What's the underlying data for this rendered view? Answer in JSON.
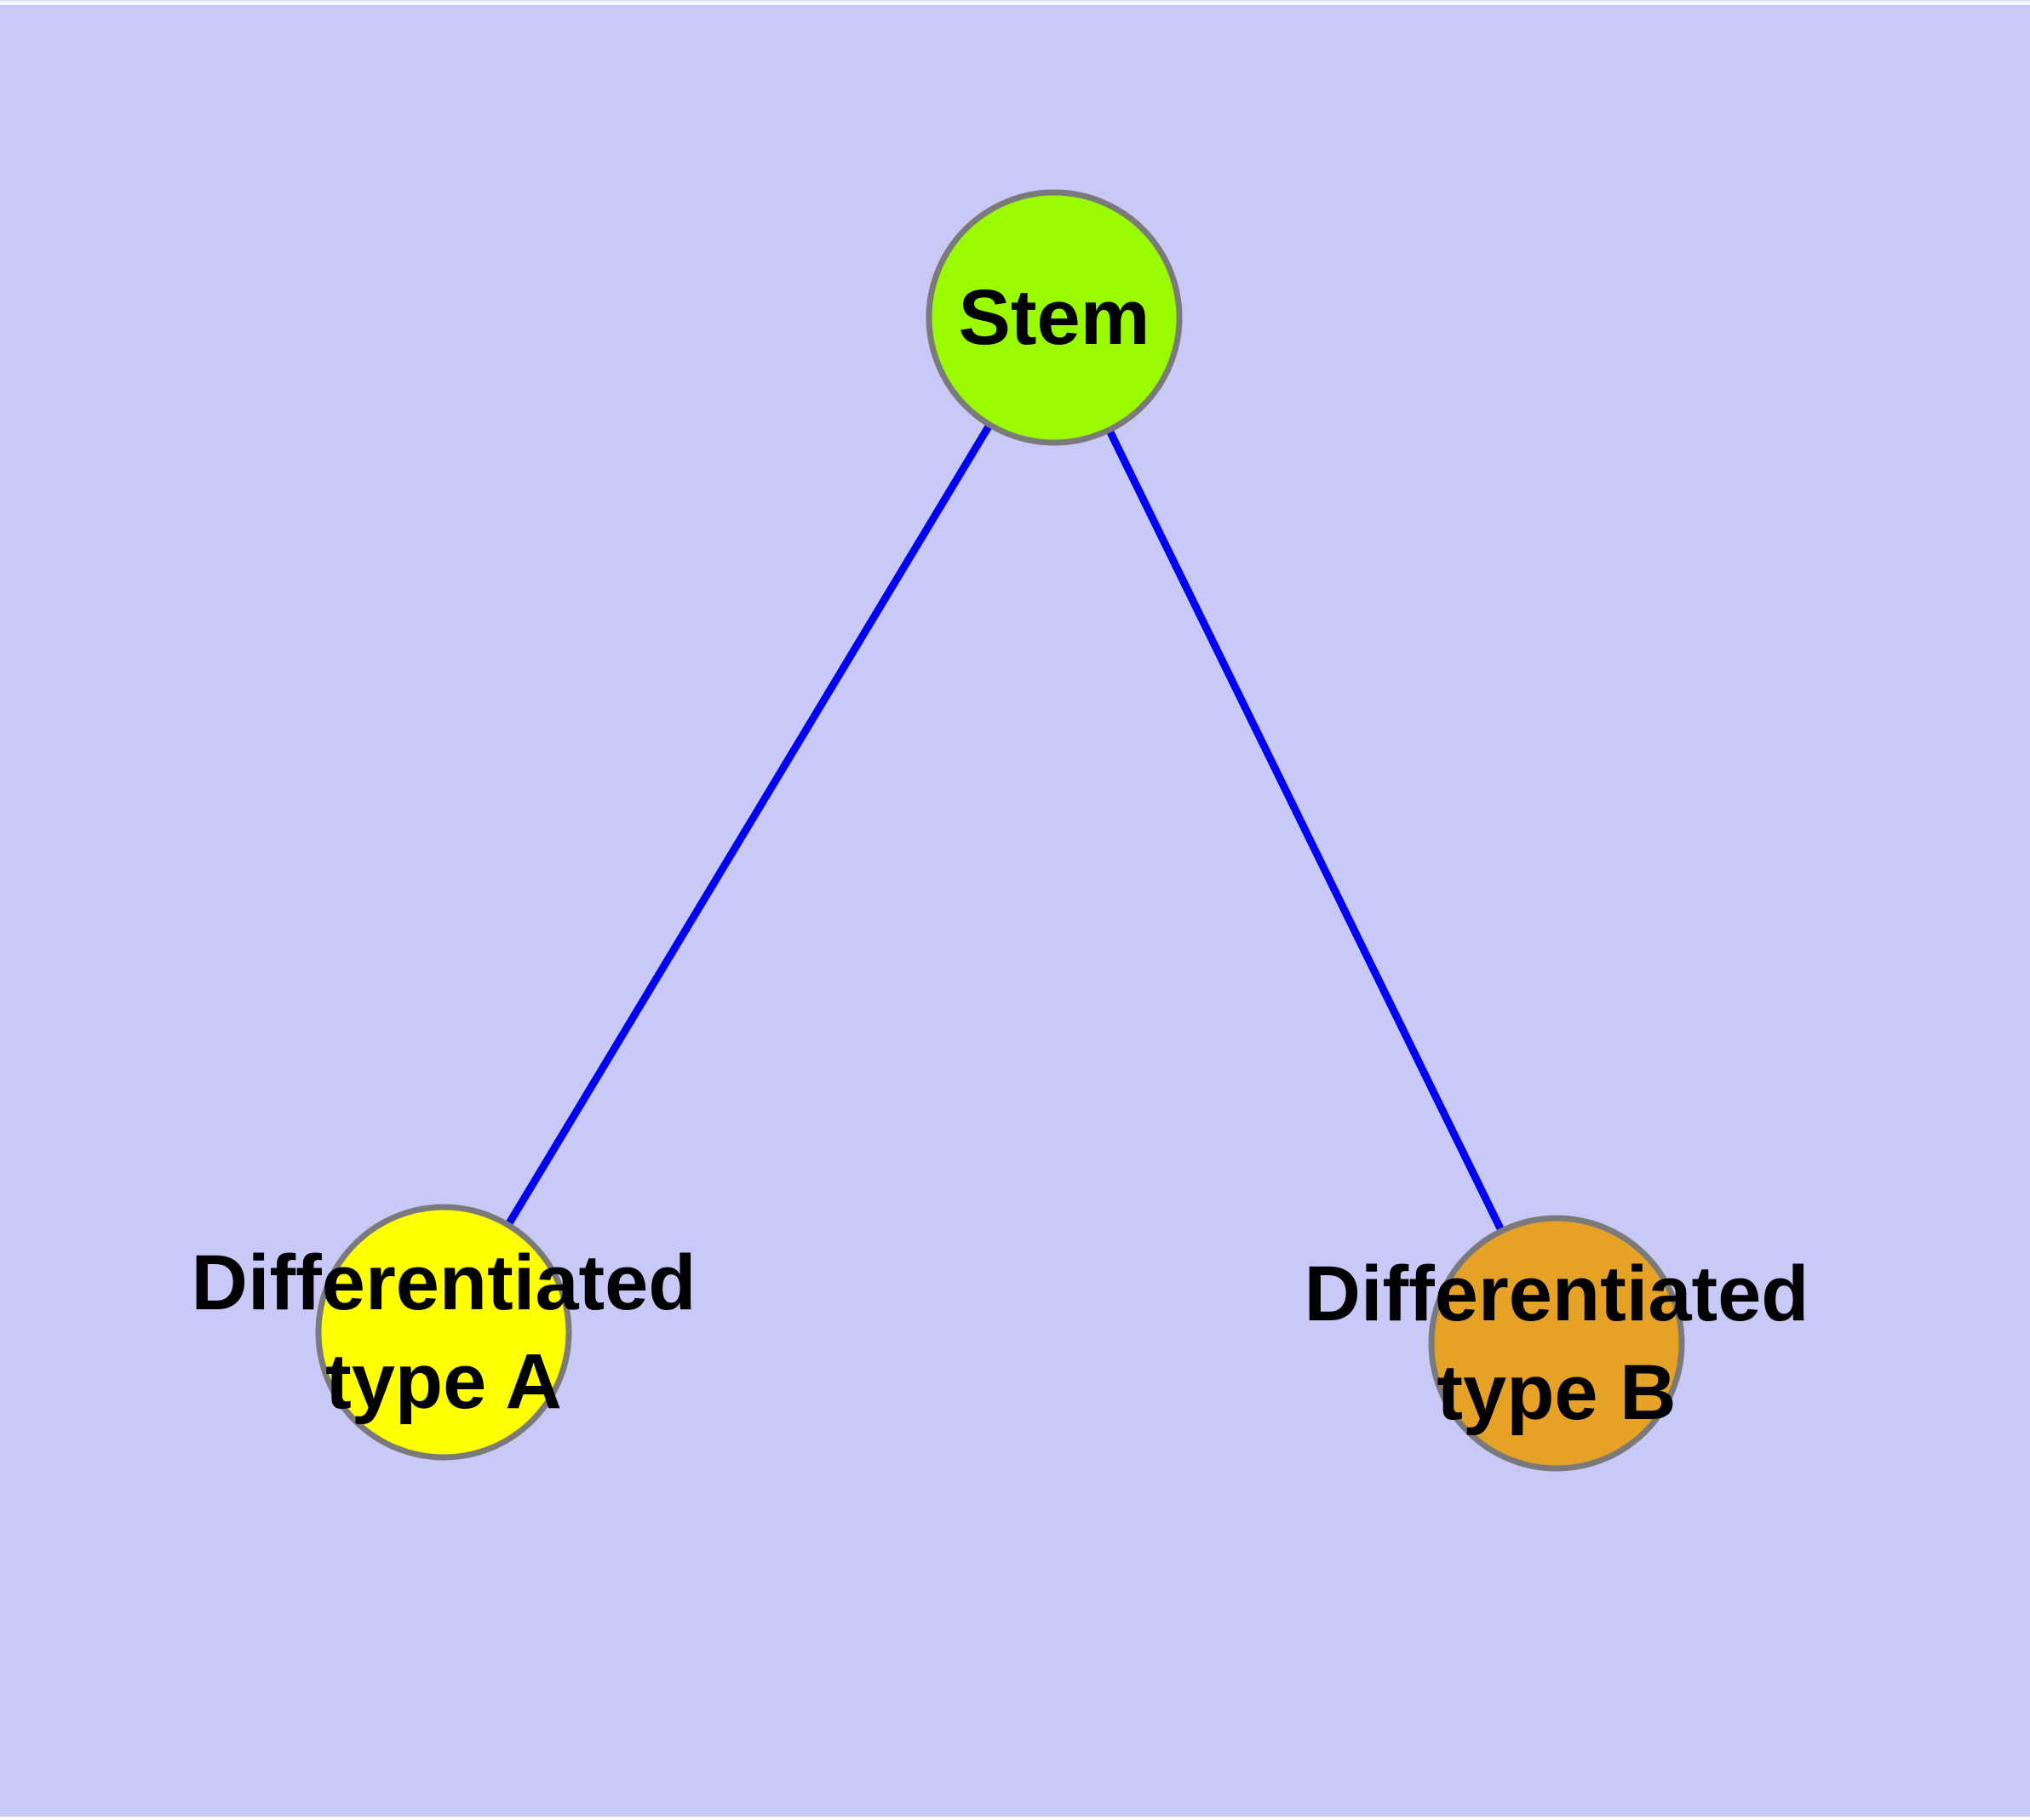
{
  "colors": {
    "background": "#C9C9F7",
    "edge_blue": "#0000F7",
    "node_border_gray": "#7A7A7A",
    "stem_green": "#9AFB00",
    "type_a_yellow": "#FFFF00",
    "type_b_orange": "#E5A226",
    "label_text": "#000000"
  },
  "diagram": {
    "nodes": [
      {
        "id": "stem",
        "label": "Stem",
        "line1": "Stem",
        "line2": "",
        "fill": "#9AFB00",
        "border": "#7A7A7A"
      },
      {
        "id": "type-a",
        "label": "Differentiated type A",
        "line1": "Differentiated",
        "line2": "type A",
        "fill": "#FFFF00",
        "border": "#7A7A7A"
      },
      {
        "id": "type-b",
        "label": "Differentiated type B",
        "line1": "Differentiated",
        "line2": "type B",
        "fill": "#E5A226",
        "border": "#7A7A7A"
      }
    ],
    "edges": [
      {
        "from": "Stem",
        "to": "Differentiated type A",
        "color": "#0000F7"
      },
      {
        "from": "Stem",
        "to": "Differentiated type B",
        "color": "#0000F7"
      }
    ]
  }
}
